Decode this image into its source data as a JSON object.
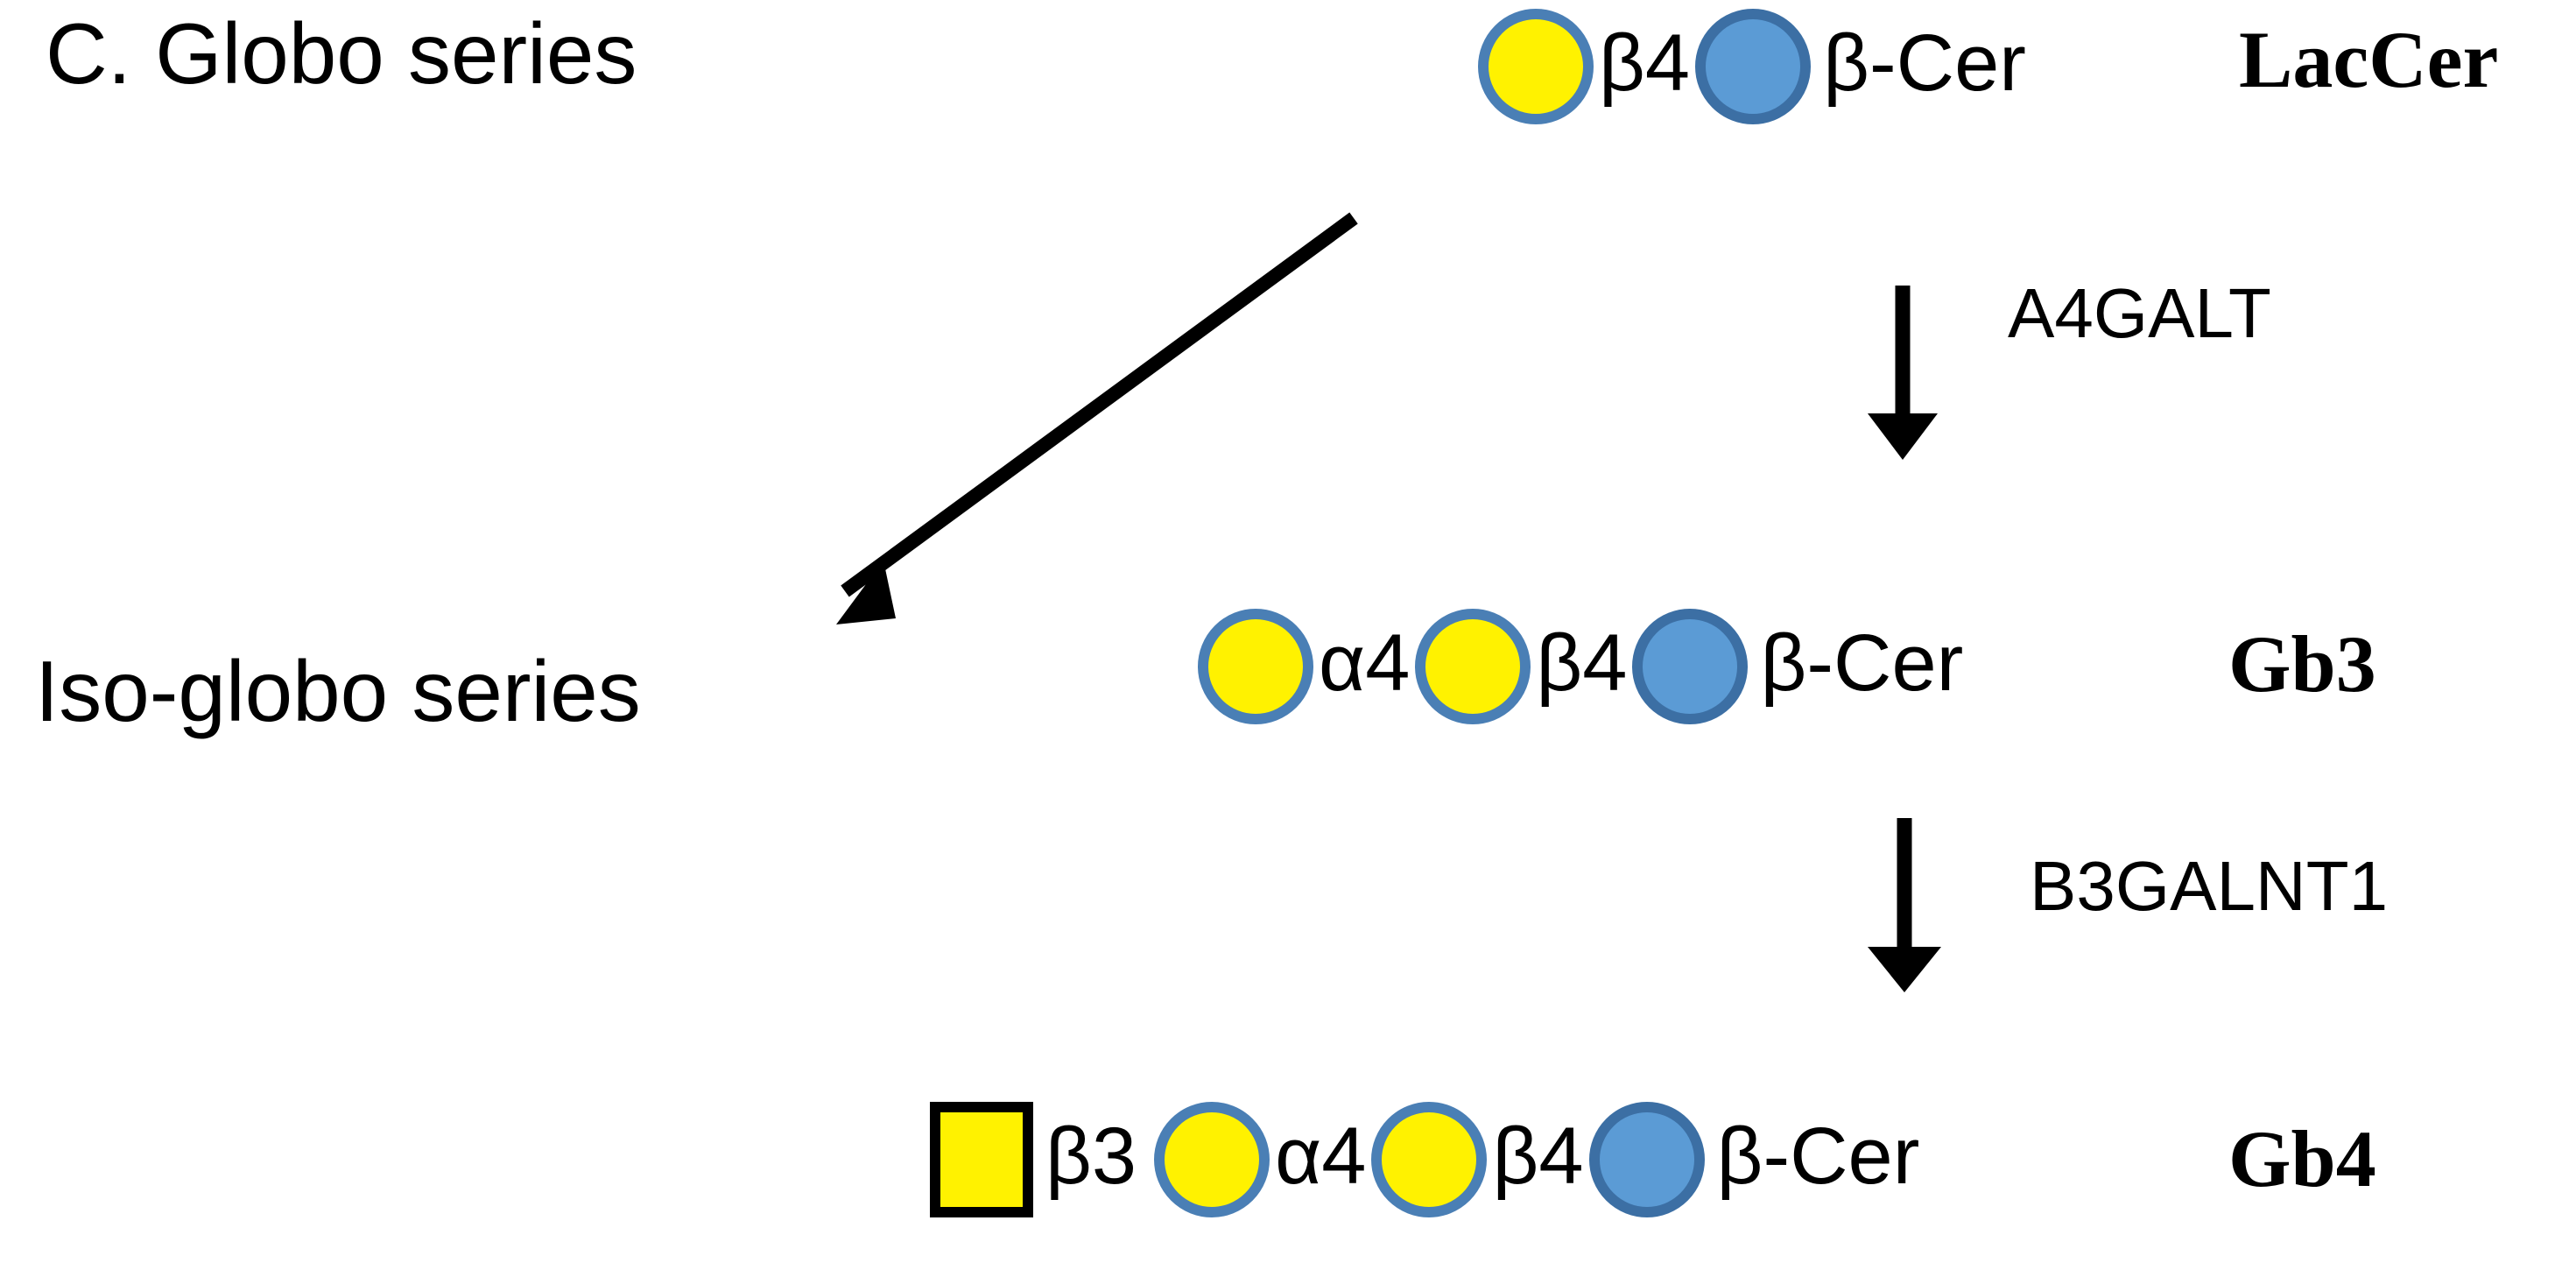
{
  "figure": {
    "panel_letter": "C.",
    "panel_title": "Globo series",
    "secondary_title": "Iso-globo series"
  },
  "headings": {
    "globo": "C.   Globo series",
    "isoglobo": "Iso-globo series"
  },
  "rows": [
    {
      "id": "laccer",
      "species": "LacCer",
      "symbols": [
        {
          "type": "galactose-circle",
          "shape": "circle",
          "fill": "#FFF200",
          "stroke": "#4A7FB5"
        },
        {
          "type": "linkage",
          "label": "β4"
        },
        {
          "type": "glucose-circle",
          "shape": "circle",
          "fill": "#5B9BD5",
          "stroke": "#3C6FA4"
        },
        {
          "type": "terminus",
          "label": "β-Cer"
        }
      ]
    },
    {
      "id": "gb3",
      "species": "Gb3",
      "symbols": [
        {
          "type": "galactose-circle",
          "shape": "circle",
          "fill": "#FFF200",
          "stroke": "#4A7FB5"
        },
        {
          "type": "linkage",
          "label": "α4"
        },
        {
          "type": "galactose-circle",
          "shape": "circle",
          "fill": "#FFF200",
          "stroke": "#4A7FB5"
        },
        {
          "type": "linkage",
          "label": "β4"
        },
        {
          "type": "glucose-circle",
          "shape": "circle",
          "fill": "#5B9BD5",
          "stroke": "#3C6FA4"
        },
        {
          "type": "terminus",
          "label": "β-Cer"
        }
      ]
    },
    {
      "id": "gb4",
      "species": "Gb4",
      "symbols": [
        {
          "type": "galnac-square",
          "shape": "square",
          "fill": "#FFF200",
          "stroke": "#000000"
        },
        {
          "type": "linkage",
          "label": "β3"
        },
        {
          "type": "galactose-circle",
          "shape": "circle",
          "fill": "#FFF200",
          "stroke": "#4A7FB5"
        },
        {
          "type": "linkage",
          "label": "α4"
        },
        {
          "type": "galactose-circle",
          "shape": "circle",
          "fill": "#FFF200",
          "stroke": "#4A7FB5"
        },
        {
          "type": "linkage",
          "label": "β4"
        },
        {
          "type": "glucose-circle",
          "shape": "circle",
          "fill": "#5B9BD5",
          "stroke": "#3C6FA4"
        },
        {
          "type": "terminus",
          "label": "β-Cer"
        }
      ]
    }
  ],
  "linkages": {
    "row1_beta4": "β4",
    "row1_cer": "β-Cer",
    "row2_alpha4": "α4",
    "row2_beta4": "β4",
    "row2_cer": "β-Cer",
    "row3_beta3": "β3",
    "row3_alpha4": "α4",
    "row3_beta4": "β4",
    "row3_cer": "β-Cer"
  },
  "species_labels": {
    "laccer": "LacCer",
    "gb3": "Gb3",
    "gb4": "Gb4"
  },
  "enzymes": {
    "a4galt": "A4GALT",
    "b3galnt1": "B3GALNT1"
  },
  "arrows": [
    {
      "name": "laccer-to-gb3",
      "direction": "down",
      "enzyme": "A4GALT"
    },
    {
      "name": "gb3-to-gb4",
      "direction": "down",
      "enzyme": "B3GALNT1"
    },
    {
      "name": "laccer-to-isoglobo",
      "direction": "diagonal-down-left",
      "enzyme": ""
    }
  ],
  "colors": {
    "galactose_fill": "#FFF200",
    "galactose_stroke": "#4A7FB5",
    "glucose_fill": "#5B9BD5",
    "glucose_stroke": "#3C6FA4",
    "galnac_fill": "#FFF200",
    "galnac_stroke": "#000000",
    "text": "#000000",
    "background": "#FFFFFF"
  }
}
